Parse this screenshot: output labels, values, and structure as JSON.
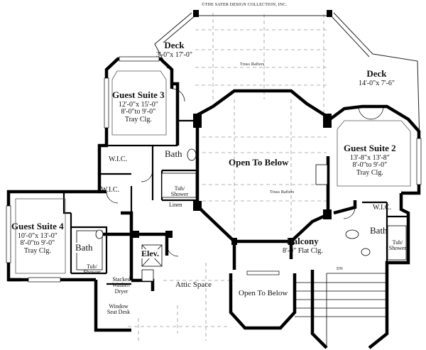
{
  "copyright": "©THE SATER DESIGN COLLECTION, INC.",
  "rooms": {
    "deck_top": {
      "name": "Deck",
      "dims": "3'-0\"x 17'-0\""
    },
    "deck_right": {
      "name": "Deck",
      "dims": "14'-0\"x 7'-6\""
    },
    "guest_suite_3": {
      "name": "Guest Suite 3",
      "dims": "12'-0\"x 15'-0\"",
      "ceiling": "8'-0\"to 9'-0\"",
      "ceiling_type": "Tray Clg."
    },
    "guest_suite_2": {
      "name": "Guest Suite 2",
      "dims": "13'-8\"x 13'-8\"",
      "ceiling": "8'-0\"to 9'-0\"",
      "ceiling_type": "Tray Clg."
    },
    "guest_suite_4": {
      "name": "Guest Suite 4",
      "dims": "10'-0\"x 13'-0\"",
      "ceiling": "8'-0\"to 9'-0\"",
      "ceiling_type": "Tray Clg."
    },
    "open_to_below": "Open To Below",
    "open_to_below_small": "Open To Below",
    "balcony": {
      "name": "Balcony",
      "ceiling": "8'-0\" Flat Clg."
    },
    "attic_space": "Attic Space",
    "elevator": "Elev.",
    "bath_gs3": "Bath",
    "bath_gs4": "Bath",
    "bath_gs2": "Bath",
    "wic_gs3": "W.I.C.",
    "wic_gs4": "W.I.C.",
    "wic_gs2": "W.I.C.",
    "tub_shower_1": "Tub/ Shower",
    "tub_shower_2": "Tub/ Shower",
    "tub_shower_3": "Tub/ Shower",
    "linen": "Linen",
    "washer_dryer": "Stacked Washer/ Dryer",
    "window_seat": "Window Seat Desk",
    "truss_rafters_1": "Truss Rafters",
    "truss_rafters_2": "Truss Rafters",
    "stair_dn": "DN"
  }
}
